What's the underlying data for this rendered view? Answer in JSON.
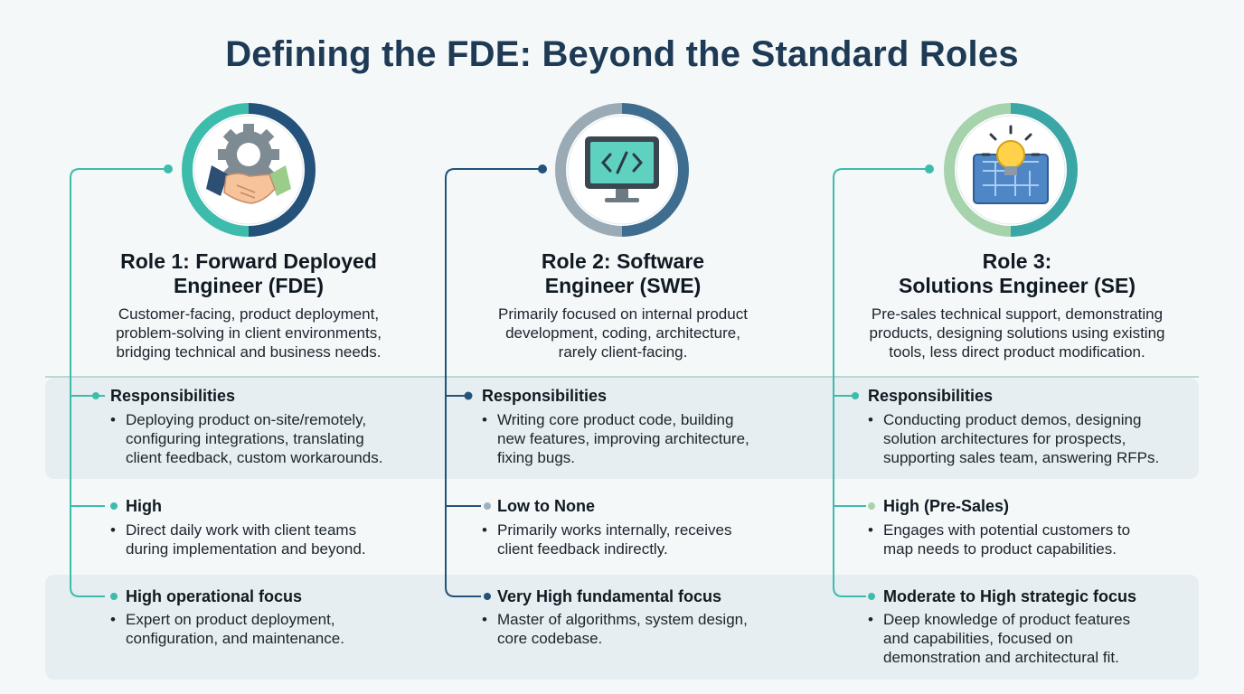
{
  "title": "Defining the FDE: Beyond the Standard Roles",
  "colors": {
    "teal": "#3dbcac",
    "navy": "#24527a",
    "slate": "#7f96a4",
    "sage": "#9bcf9e",
    "band": "#e6eef1",
    "title": "#1e3a55"
  },
  "bullet": "•",
  "roles": [
    {
      "icon": "handshake-gear-icon",
      "title_line1": "Role 1: Forward Deployed",
      "title_line2": "Engineer (FDE)",
      "desc_line1": "Customer-facing, product deployment,",
      "desc_line2": "problem-solving in client environments,",
      "desc_line3": "bridging technical and business needs.",
      "sections": [
        {
          "heading": "Responsibilities",
          "lines": [
            "Deploying product on-site/remotely,",
            "configuring integrations, translating",
            "client feedback, custom workarounds."
          ]
        },
        {
          "heading": "High",
          "lines": [
            "Direct daily work with client teams",
            "during implementation and beyond."
          ]
        },
        {
          "heading": "High operational focus",
          "lines": [
            "Expert on product deployment,",
            "configuration, and maintenance."
          ]
        }
      ]
    },
    {
      "icon": "code-monitor-icon",
      "title_line1": "Role 2: Software",
      "title_line2": "Engineer (SWE)",
      "desc_line1": "Primarily focused on internal product",
      "desc_line2": "development, coding, architecture,",
      "desc_line3": "rarely client-facing.",
      "sections": [
        {
          "heading": "Responsibilities",
          "lines": [
            "Writing core product code, building",
            "new features, improving architecture,",
            "fixing bugs."
          ]
        },
        {
          "heading": "Low to None",
          "lines": [
            "Primarily works internally, receives",
            "client feedback indirectly."
          ]
        },
        {
          "heading": "Very High fundamental focus",
          "lines": [
            "Master of algorithms, system design,",
            "core codebase."
          ]
        }
      ]
    },
    {
      "icon": "lightbulb-blueprint-icon",
      "title_line1": "Role 3:",
      "title_line2": "Solutions Engineer (SE)",
      "desc_line1": "Pre-sales technical support, demonstrating",
      "desc_line2": "products, designing solutions using existing",
      "desc_line3": "tools, less direct product modification.",
      "sections": [
        {
          "heading": "Responsibilities",
          "lines": [
            "Conducting product demos, designing",
            "solution architectures for prospects,",
            "supporting sales team, answering RFPs."
          ]
        },
        {
          "heading": "High (Pre-Sales)",
          "lines": [
            "Engages with potential customers to",
            "map needs to product capabilities."
          ]
        },
        {
          "heading": "Moderate to High strategic focus",
          "lines": [
            "Deep knowledge of product features",
            "and capabilities, focused on",
            "demonstration and architectural fit."
          ]
        }
      ]
    }
  ]
}
